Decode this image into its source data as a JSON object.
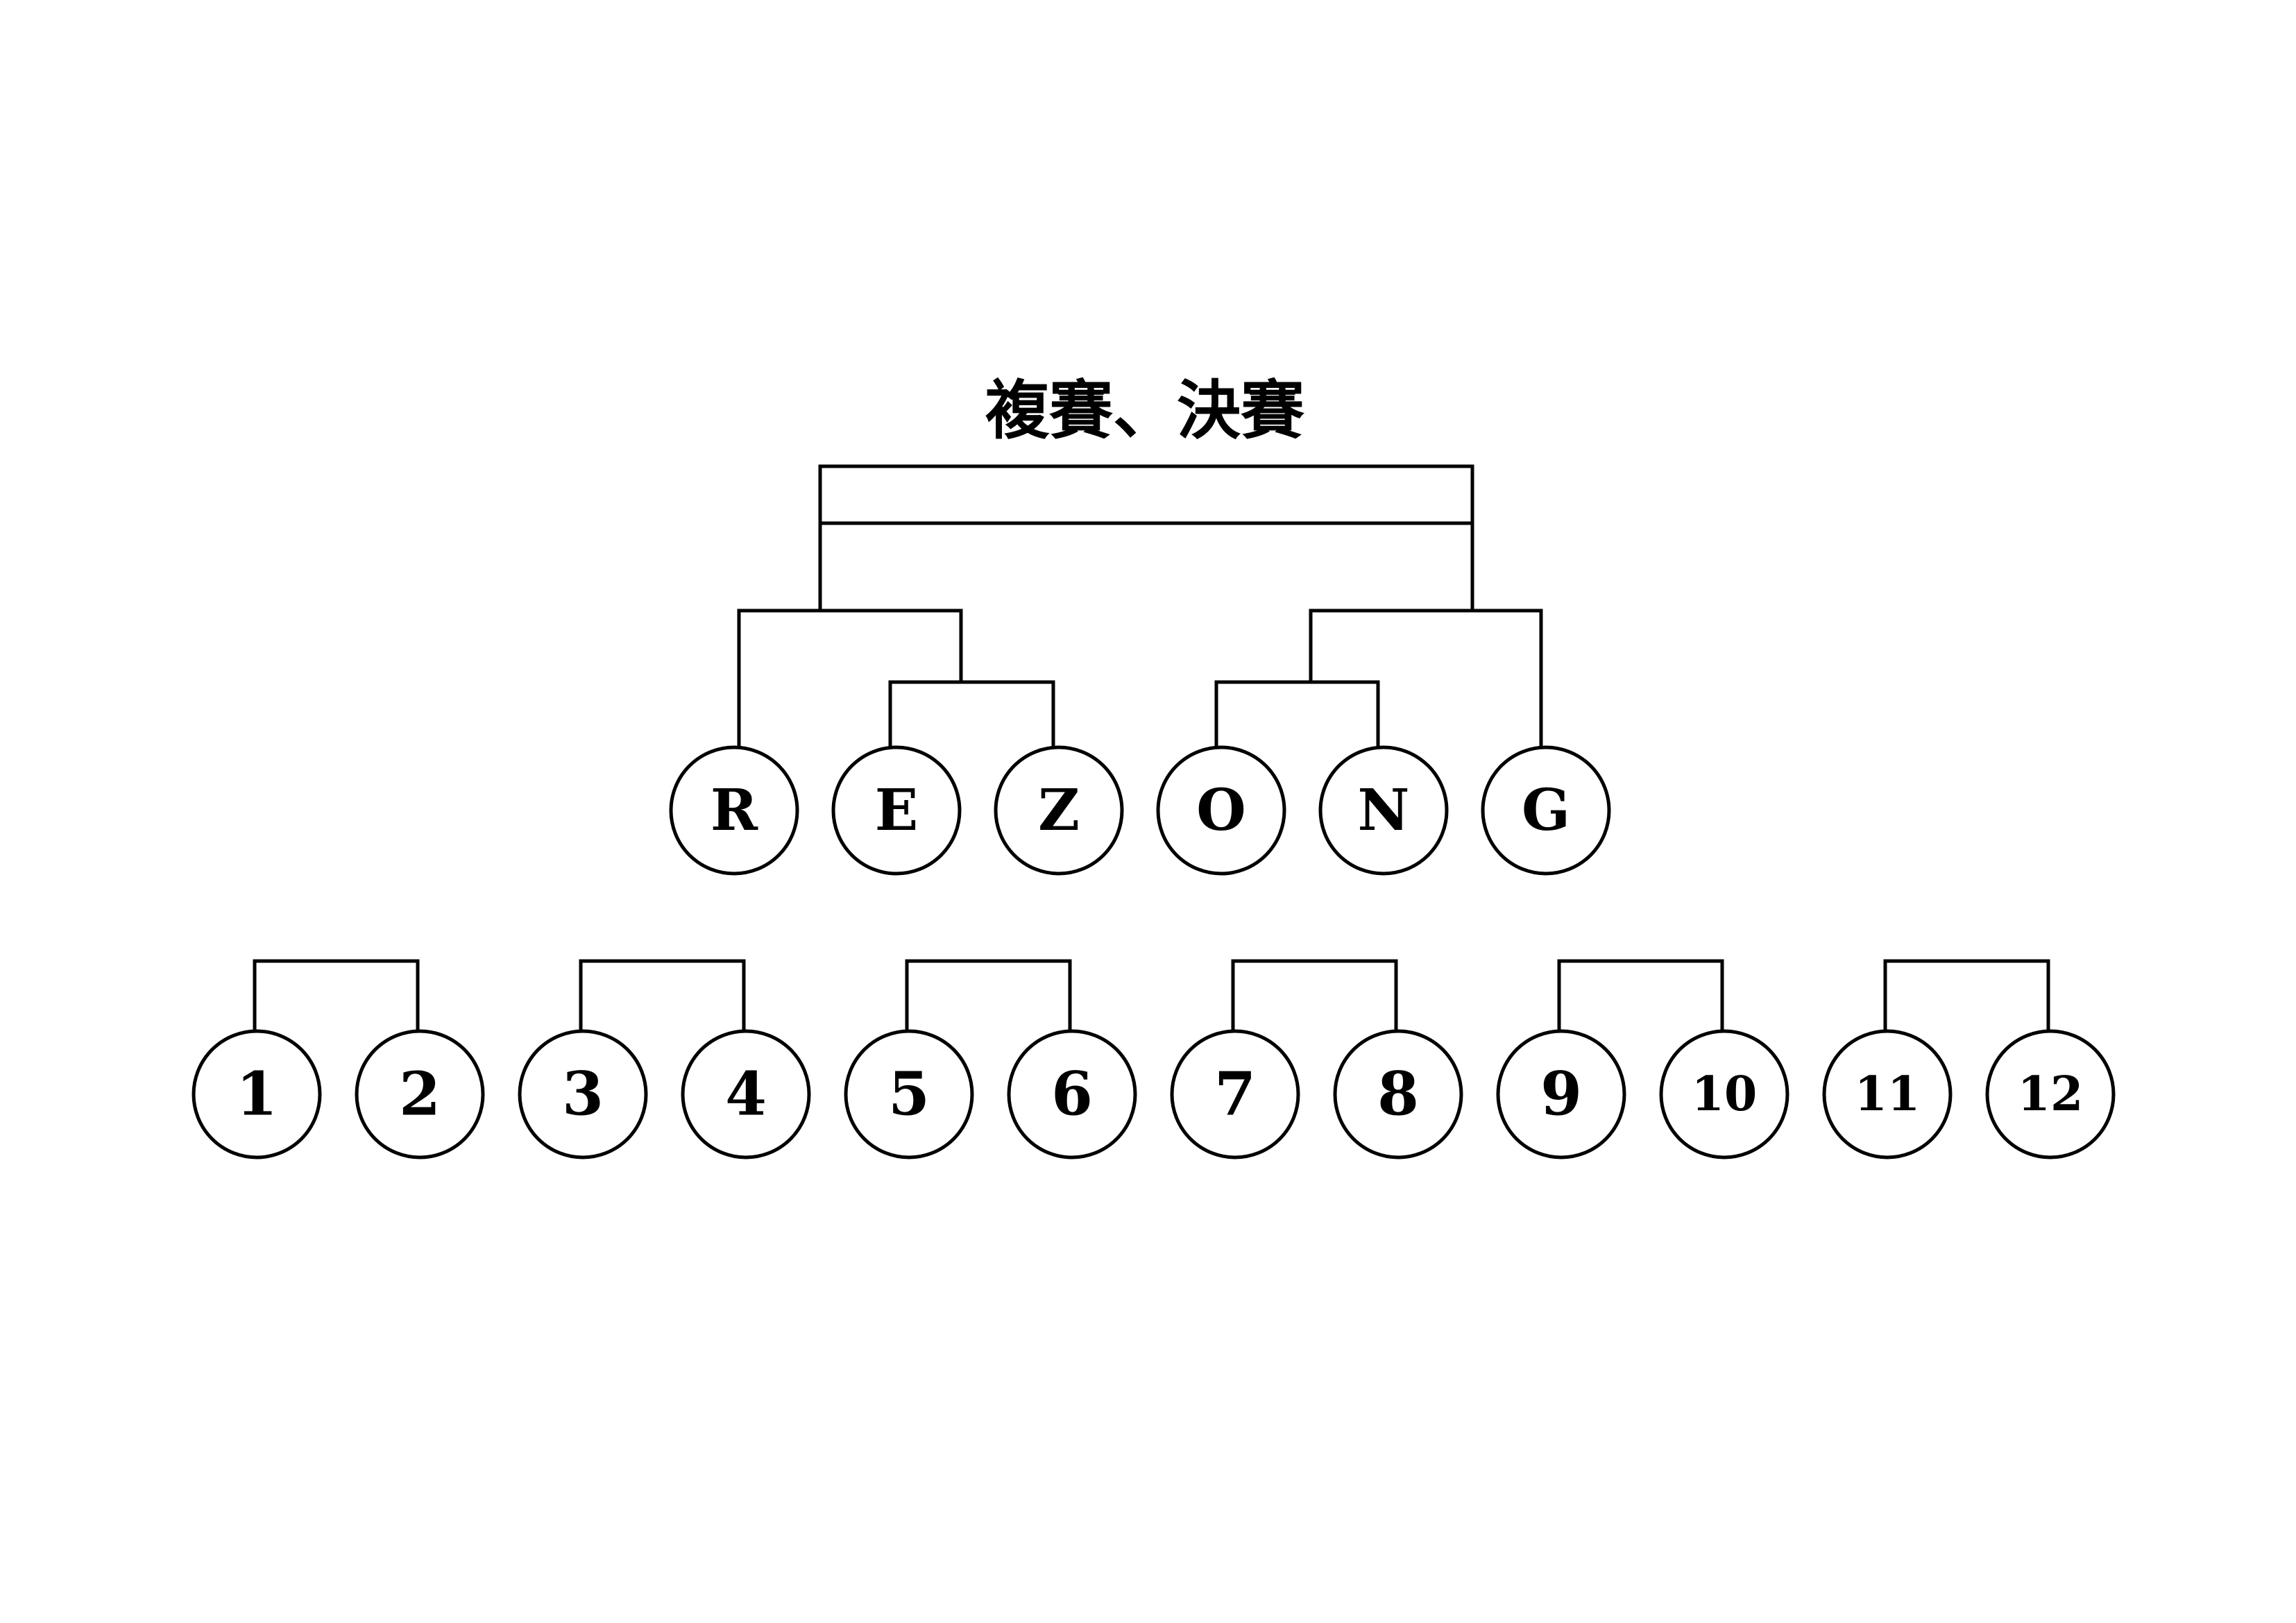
{
  "title": "複賽、決賽",
  "final_box": {
    "rows": [
      "",
      ""
    ]
  },
  "second_round": {
    "nodes": [
      "R",
      "E",
      "Z",
      "O",
      "N",
      "G"
    ]
  },
  "first_round": {
    "nodes": [
      "1",
      "2",
      "3",
      "4",
      "5",
      "6",
      "7",
      "8",
      "9",
      "10",
      "11",
      "12"
    ]
  },
  "colors": {
    "stroke": "#000000",
    "background": "#ffffff"
  }
}
